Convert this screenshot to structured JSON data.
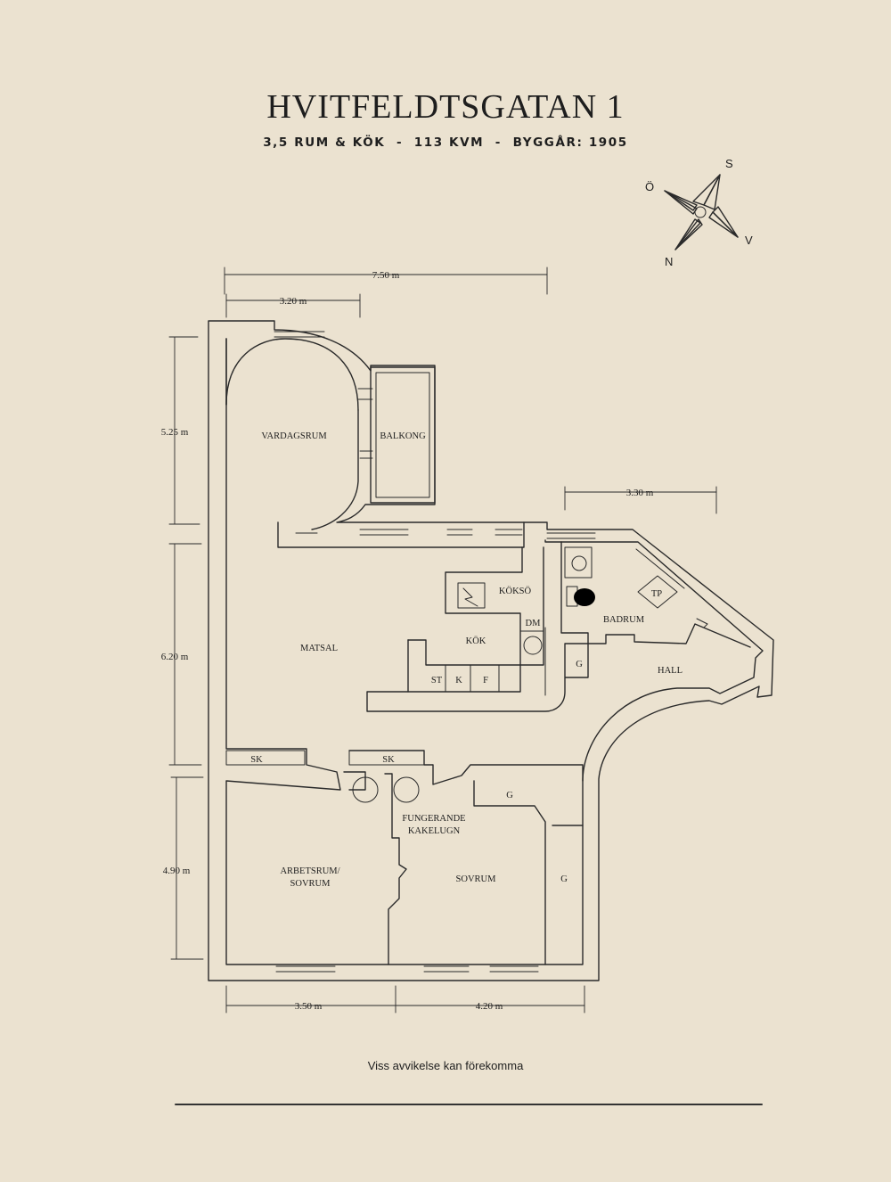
{
  "header": {
    "title": "HVITFELDTSGATAN 1",
    "subtitle": "3,5 RUM & KÖK  -  113 KVM  -  BYGGÅR: 1905"
  },
  "compass": {
    "n": "N",
    "s": "S",
    "o": "Ö",
    "v": "V"
  },
  "dimensions": {
    "total_width": "7.50 m",
    "living_width": "3.20 m",
    "hall_width": "3.30 m",
    "living_height": "5.25 m",
    "dining_height": "6.20 m",
    "bedroom_height": "4.90 m",
    "office_width": "3.50 m",
    "bedroom_width": "4.20 m"
  },
  "rooms": {
    "vardagsrum": "VARDAGSRUM",
    "balkong": "BALKONG",
    "koksö": "KÖKSÖ",
    "badrum": "BADRUM",
    "tp": "TP",
    "dm": "DM",
    "kok": "KÖK",
    "matsal": "MATSAL",
    "g_hall": "G",
    "hall": "HALL",
    "st": "ST",
    "k": "K",
    "f": "F",
    "sk_left": "SK",
    "sk_center": "SK",
    "g_bed_top": "G",
    "kakelugn_1": "FUNGERANDE",
    "kakelugn_2": "KAKELUGN",
    "arbetsrum_1": "ARBETSRUM/",
    "arbetsrum_2": "SOVRUM",
    "sovrum": "SOVRUM",
    "g_bed_right": "G"
  },
  "footer": {
    "note": "Viss avvikelse kan förekomma"
  }
}
